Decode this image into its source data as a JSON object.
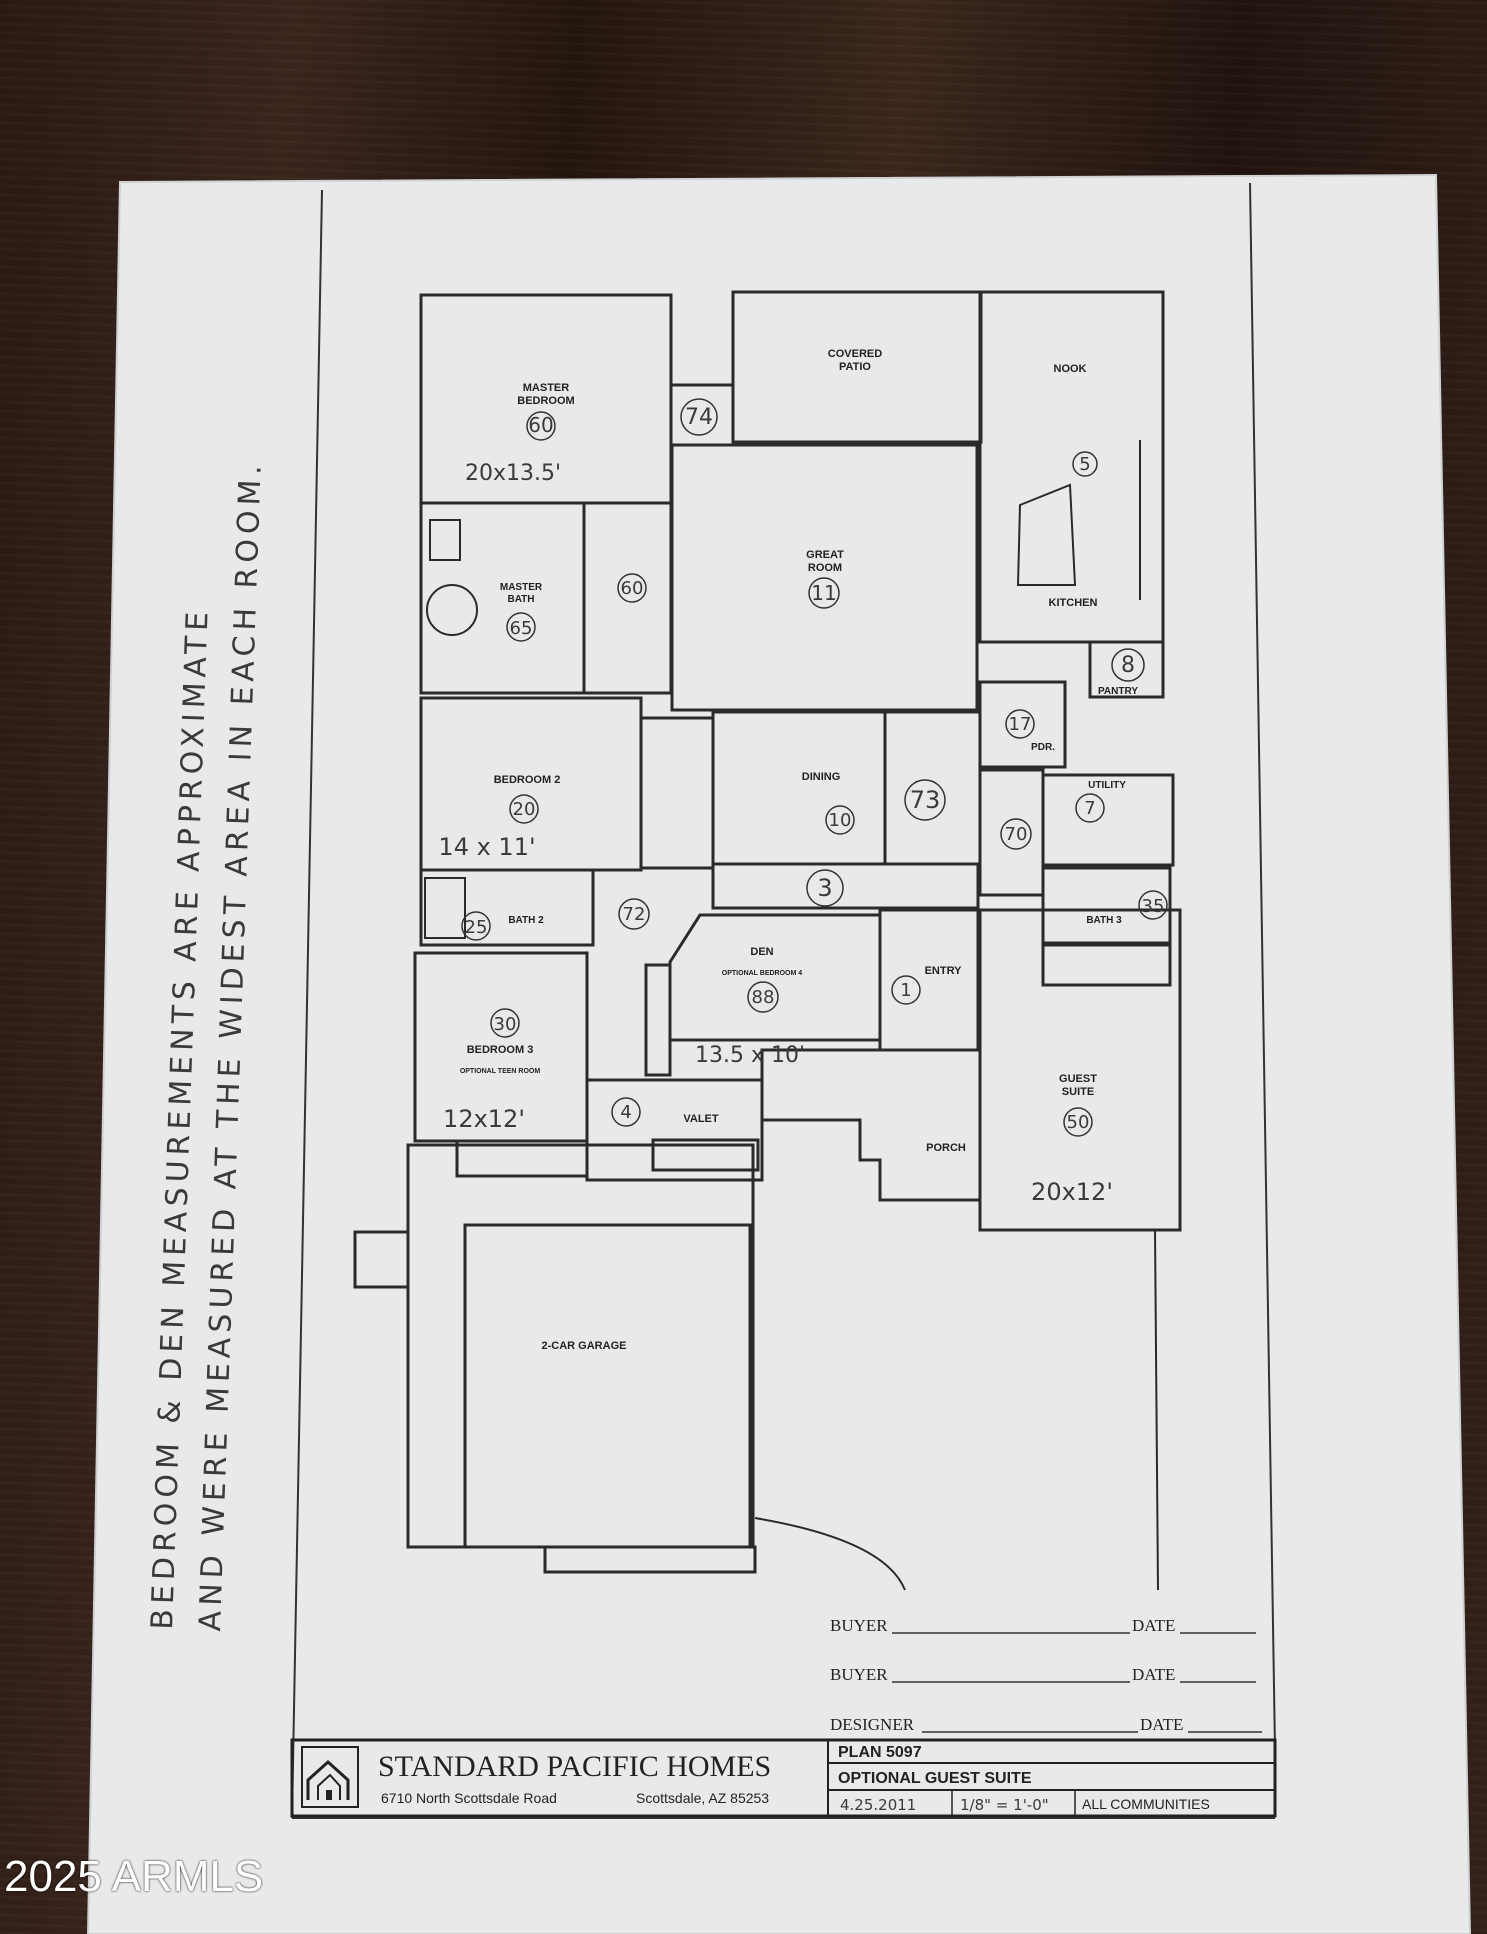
{
  "handwritten_note": {
    "line1": "BEDROOM & DEN MEASUREMENTS ARE APPROXIMATE",
    "line2": "AND WERE MEASURED AT THE WIDEST AREA IN EACH ROOM."
  },
  "rooms": {
    "master_bedroom": {
      "label1": "MASTER",
      "label2": "BEDROOM",
      "num": "60",
      "dims": "20x13.5'"
    },
    "covered_patio": {
      "label1": "COVERED",
      "label2": "PATIO",
      "num": "74"
    },
    "nook": {
      "label": "NOOK"
    },
    "kitchen": {
      "label": "KITCHEN",
      "num": "5"
    },
    "great_room": {
      "label1": "GREAT",
      "label2": "ROOM",
      "num": "11"
    },
    "master_bath": {
      "label1": "MASTER",
      "label2": "BATH",
      "num": "65",
      "closet_num": "60"
    },
    "pantry": {
      "label": "PANTRY",
      "num": "8"
    },
    "pdr": {
      "label": "PDR.",
      "num": "17"
    },
    "utility": {
      "label": "UTILITY",
      "num": "7"
    },
    "bedroom2": {
      "label": "BEDROOM 2",
      "num": "20",
      "dims": "14 x 11'"
    },
    "dining": {
      "label": "DINING",
      "num": "10",
      "extra_num": "73"
    },
    "hall": {
      "num": "70",
      "center_num": "3",
      "left_num": "72"
    },
    "bath2": {
      "label": "BATH 2",
      "num": "25"
    },
    "bath3": {
      "label": "BATH 3",
      "num": "35"
    },
    "den": {
      "label": "DEN",
      "sub": "OPTIONAL BEDROOM 4",
      "num": "88",
      "dims": "13.5 x 10'"
    },
    "entry": {
      "label": "ENTRY",
      "num": "1"
    },
    "bedroom3": {
      "label": "BEDROOM 3",
      "sub": "OPTIONAL TEEN ROOM",
      "num": "30",
      "dims": "12x12'"
    },
    "valet": {
      "label": "VALET",
      "num": "4"
    },
    "guest_suite": {
      "label1": "GUEST",
      "label2": "SUITE",
      "num": "50",
      "dims": "20x12'"
    },
    "porch": {
      "label": "PORCH"
    },
    "garage": {
      "label": "2-CAR GARAGE"
    }
  },
  "signatures": {
    "buyer1": "BUYER",
    "buyer2": "BUYER",
    "designer": "DESIGNER",
    "date": "DATE"
  },
  "title_block": {
    "company": "STANDARD PACIFIC HOMES",
    "address": "6710 North Scottsdale Road",
    "city": "Scottsdale, AZ 85253",
    "plan": "PLAN 5097",
    "option": "OPTIONAL GUEST SUITE",
    "date": "4.25.2011",
    "scale": "1/8\" = 1'-0\"",
    "communities": "ALL COMMUNITIES"
  },
  "watermark": "2025 ARMLS",
  "colors": {
    "paper": "#e9eaec",
    "line": "#2a2a2a",
    "wood": "#2f1e16"
  }
}
